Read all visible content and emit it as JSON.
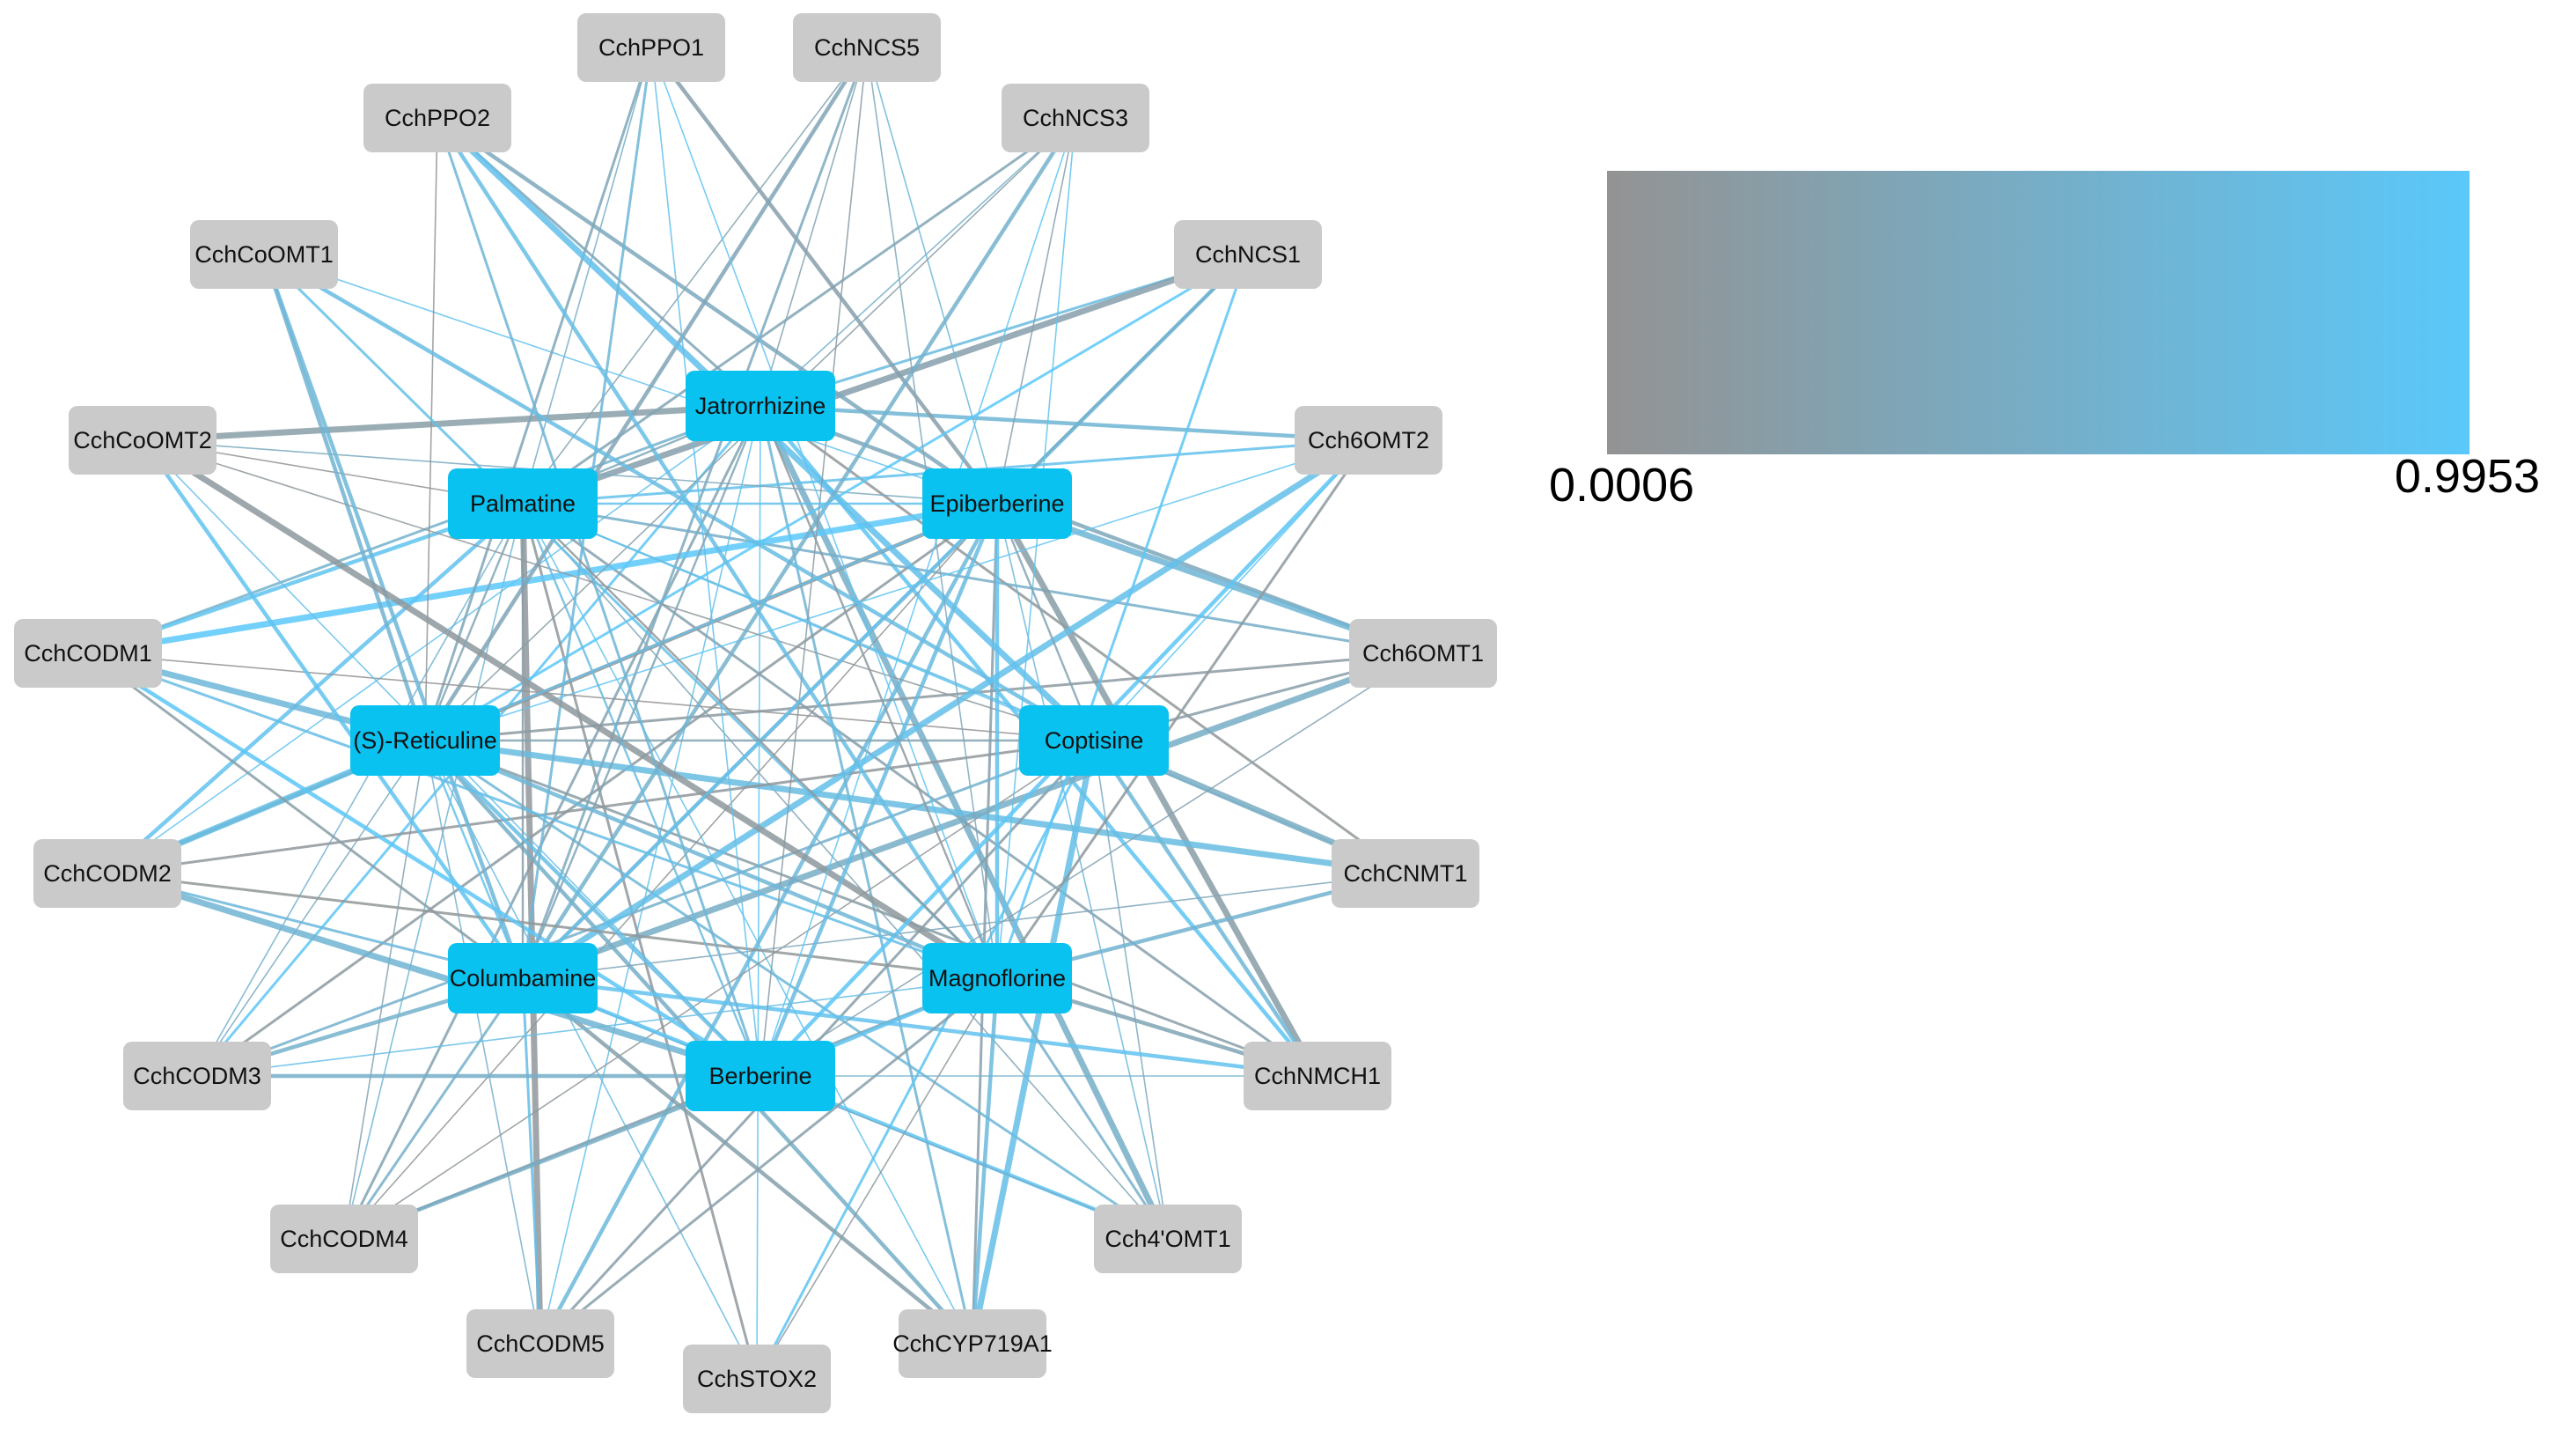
{
  "colors": {
    "gene_node": "#cacaca",
    "metabolite_node": "#0ac2f0",
    "scale_low": "#939393",
    "scale_high": "#5ac8fa"
  },
  "legend": {
    "min_label": "0.0006",
    "max_label": "0.9953",
    "min_value": 0.0006,
    "max_value": 0.9953
  },
  "genes": [
    "CchPPO1",
    "CchNCS5",
    "CchNCS3",
    "CchNCS1",
    "Cch6OMT2",
    "Cch6OMT1",
    "CchCNMT1",
    "CchNMCH1",
    "Cch4'OMT1",
    "CchCYP719A1",
    "CchSTOX2",
    "CchCODM5",
    "CchCODM4",
    "CchCODM3",
    "CchCODM2",
    "CchCODM1",
    "CchCoOMT2",
    "CchCoOMT1",
    "CchPPO2"
  ],
  "metabolites": [
    "Jatrorrhizine",
    "Palmatine",
    "Epiberberine",
    "(S)-Reticuline",
    "Coptisine",
    "Columbamine",
    "Magnoflorine",
    "Berberine"
  ]
}
